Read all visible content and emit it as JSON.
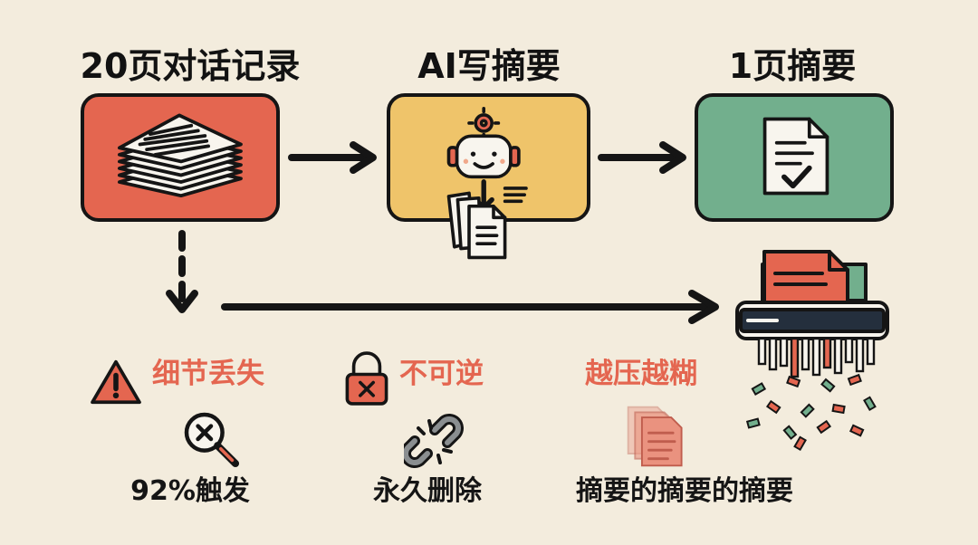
{
  "flow": {
    "step1_title": "20页对话记录",
    "step2_title": "AI写摘要",
    "step3_title": "1页摘要"
  },
  "issues": {
    "detail_loss": "细节丢失",
    "irreversible": "不可逆",
    "compression": "越压越糊"
  },
  "captions": {
    "trigger": "92%触发",
    "deletion": "永久删除",
    "nested": "摘要的摘要的摘要"
  },
  "colors": {
    "background": "#F3ECDD",
    "red": "#E46650",
    "yellow": "#EFC46A",
    "green": "#72AF8D",
    "ink": "#151515",
    "paper": "#F8F5EE"
  },
  "icons": {
    "step1": "stacked-documents-icon",
    "step2": "robot-summary-icon",
    "step3": "document-check-icon",
    "shredder": "shredder-icon",
    "warning": "warning-icon",
    "lock": "lock-x-icon",
    "search": "search-x-icon",
    "chain": "broken-chain-icon",
    "copies": "blurred-documents-icon"
  }
}
